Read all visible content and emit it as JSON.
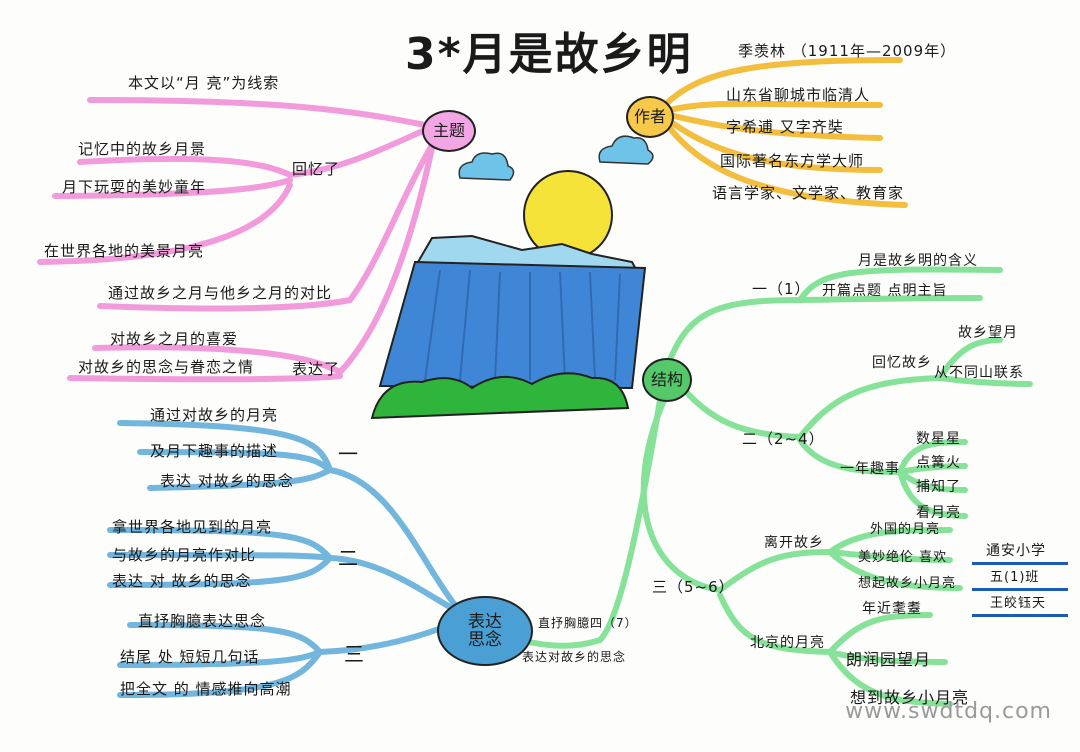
{
  "title": "3*月是故乡明",
  "watermark": "www.swdtdq.com",
  "colors": {
    "theme": "#ef8ad8",
    "author": "#f2b21c",
    "structure": "#7be08f",
    "summary": "#5aaad8"
  },
  "theme": {
    "label": "主题",
    "branches": [
      "本文以“月 亮”为线索",
      "回忆了",
      "记忆中的故乡月景",
      "月下玩耍的美妙童年",
      "在世界各地的美景月亮",
      "通过故乡之月与他乡之月的对比",
      "表达了",
      "对故乡之月的喜爱",
      "对故乡的思念与眷恋之情"
    ]
  },
  "author": {
    "label": "作者",
    "branches": [
      "季羡林 （1911年—2009年）",
      "山东省聊城市临清人",
      "字希逋 又字齐奘",
      "国际著名东方学大师",
      "语言学家、文学家、教育家"
    ]
  },
  "structure": {
    "label": "结构",
    "part1": {
      "label": "一（1）",
      "items": [
        "月是故乡明的含义",
        "开篇点题 点明主旨"
      ]
    },
    "part2": {
      "label": "二（2~4）",
      "recall": {
        "label": "回忆故乡",
        "items": [
          "故乡望月",
          "从不同山联系"
        ]
      },
      "fun": {
        "label": "一年趣事",
        "items": [
          "数星星",
          "点篝火",
          "捕知了",
          "看月亮"
        ]
      }
    },
    "part3": {
      "label": "三（5~6）",
      "leave": {
        "label": "离开故乡",
        "items": [
          "外国的月亮",
          "美妙绝伦 喜欢",
          "想起故乡小月亮"
        ]
      },
      "beijing": {
        "label": "北京的月亮",
        "items": [
          "年近耄耋",
          "朗润园望月",
          "想到故乡小月亮"
        ]
      }
    },
    "tail": [
      "直抒胸臆四（7）",
      "表达对故乡的思念"
    ]
  },
  "summary": {
    "label": "表达思念",
    "sections": [
      {
        "num": "一",
        "items": [
          "通过对故乡的月亮",
          "及月下趣事的描述",
          "表达 对故乡的思念"
        ]
      },
      {
        "num": "二",
        "items": [
          "拿世界各地见到的月亮",
          "与故乡的月亮作对比",
          "表达 对 故乡的思念"
        ]
      },
      {
        "num": "三",
        "items": [
          "直抒胸臆表达思念",
          "结尾 处 短短几句话",
          "把全文 的 情感推向高潮"
        ]
      }
    ]
  },
  "signature": [
    "通安小学",
    "五(1)班",
    "王皎钰天"
  ]
}
